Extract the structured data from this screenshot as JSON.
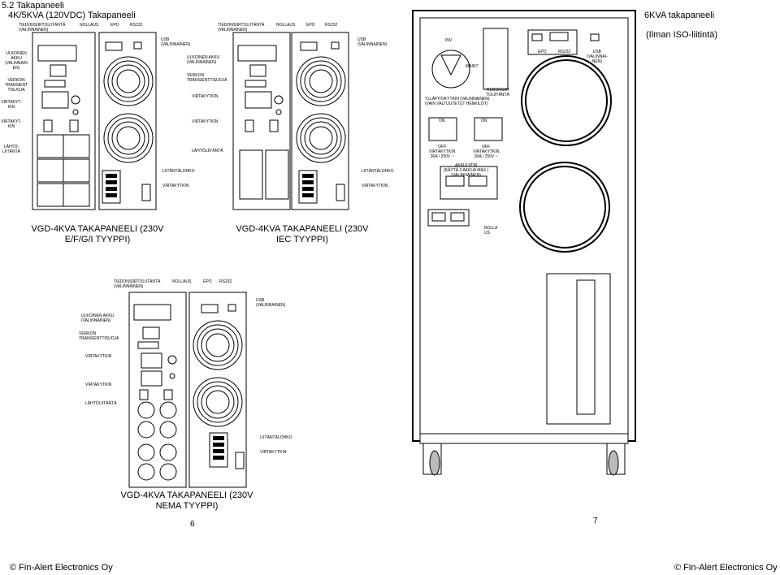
{
  "header": {
    "section": "5.2 Takapaneeli",
    "subtitle": "4K/5KVA (120VDC) Takapaneeli",
    "right_title": "6KVA takapaneeli",
    "right_subtitle": "(Ilman ISO-liitintä)"
  },
  "panel1": {
    "top_labels": [
      "TIEDONSIIRTOLIITÄNTÄ\n(VALINNAINEN)",
      "NOLLAUS",
      "EPO",
      "RS232"
    ],
    "usb": "USB\n(VALINNAINEN)",
    "left_labels": [
      "ULKOINEN\nAKKU\n(VALINNAIN\nEN)",
      "VERKON\nTRANSIENT\nTISUOJA",
      "VIRTAKYT-\nKIN",
      "VIRTAKYT-\nKIN",
      "LÄHTÖ-\nLIITÄNTÄ"
    ],
    "right_labels": [
      "LIITÄNTÄLOHKO",
      "VIRTAKYTKIN"
    ],
    "caption": "VGD-4KVA TAKAPANEELI (230V\nE/F/G/I TYYPPI)"
  },
  "panel2": {
    "top_labels": [
      "TIEDONSIIRTOLIITÄNTÄ\n(VALINNAINEN)",
      "NOLLAUS",
      "EPO",
      "RS232"
    ],
    "usb": "USB\n(VALINNAINEN)",
    "left_labels": [
      "ULKOINEN AKKU\n(VALINNAINEN)",
      "VERKON\nTRANSIENTTISUOJA",
      "VIRTAKYTKIN",
      "VIRTAKYTKIN",
      "LÄHTÖLIITÄNTÄ"
    ],
    "right_labels": [
      "LIITÄNTÄLOHKO",
      "VIRTAKYTKIN"
    ],
    "caption": "VGD-4KVA TAKAPANEELI (230V\nIEC TYYPPI)"
  },
  "panel3": {
    "top_labels": [
      "TIEDONSIIRTOLIITÄNTÄ\n(VALINNAINEN)",
      "NOLLAUS",
      "EPO",
      "RS232"
    ],
    "usb": "USB\n(VALINNAINEN)",
    "left_labels": [
      "ULKOINEN AKKU\n(VALINNAINEN)",
      "VERKON\nTRANSIENTTISUOJA",
      "VIRTAKYTKIN",
      "VIRTAKYTKIN",
      "LÄHTÖLIITÄNTÄ"
    ],
    "right_labels": [
      "LIITÄNTÄLOHKO",
      "VIRTAKYTKIN"
    ],
    "caption": "VGD-4KVA TAKAPANEELI (230V\nNEMA TYYPPI)"
  },
  "panel6": {
    "labels": {
      "inv": "INV",
      "maint": "MAINT",
      "bypass": "YLLÄPITOKYTKIN (VALINNAINEN)\n(VAIN VALTUUTETUT HENKILÖT)",
      "comm": "TIEDONSIIR\nTOLIITÄNTÄ",
      "epo": "EPO",
      "rs232": "RS232",
      "usb": "USB\n(VALINNAI-\nNEN)",
      "on1": "ON",
      "on2": "ON",
      "off1": "OFF\nVIRTAKYTKIN\n30A / 250V ~",
      "off2": "OFF\nVIRTAKYTKIN\n30A / 250V ~",
      "battery": "AKKULIITIN\n(KÄYTÄ 2 AKKUA MAX.)\n(VALINNAINEN)",
      "zero": "NOLLA\nUS"
    }
  },
  "pages": {
    "left": "6",
    "right": "7"
  },
  "footer": {
    "left": "© Fin-Alert Electronics Oy",
    "right": "© Fin-Alert Electronics Oy"
  }
}
